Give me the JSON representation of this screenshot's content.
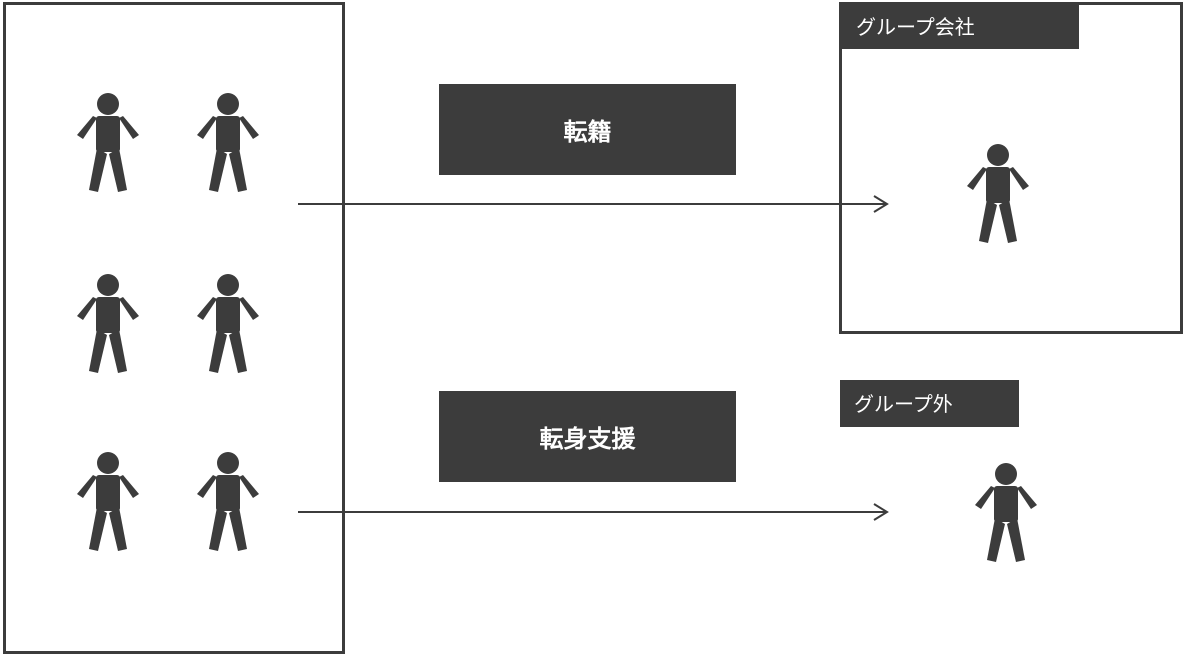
{
  "labels": {
    "transfer": "転籍",
    "outplacement": "転身支援",
    "group_company": "グループ会社",
    "outside_group": "グループ外"
  },
  "colors": {
    "dark": "#3c3c3c",
    "background": "#ffffff",
    "label_text": "#ffffff"
  },
  "icons": {
    "person": "person-icon",
    "arrow": "arrow-right-icon"
  }
}
